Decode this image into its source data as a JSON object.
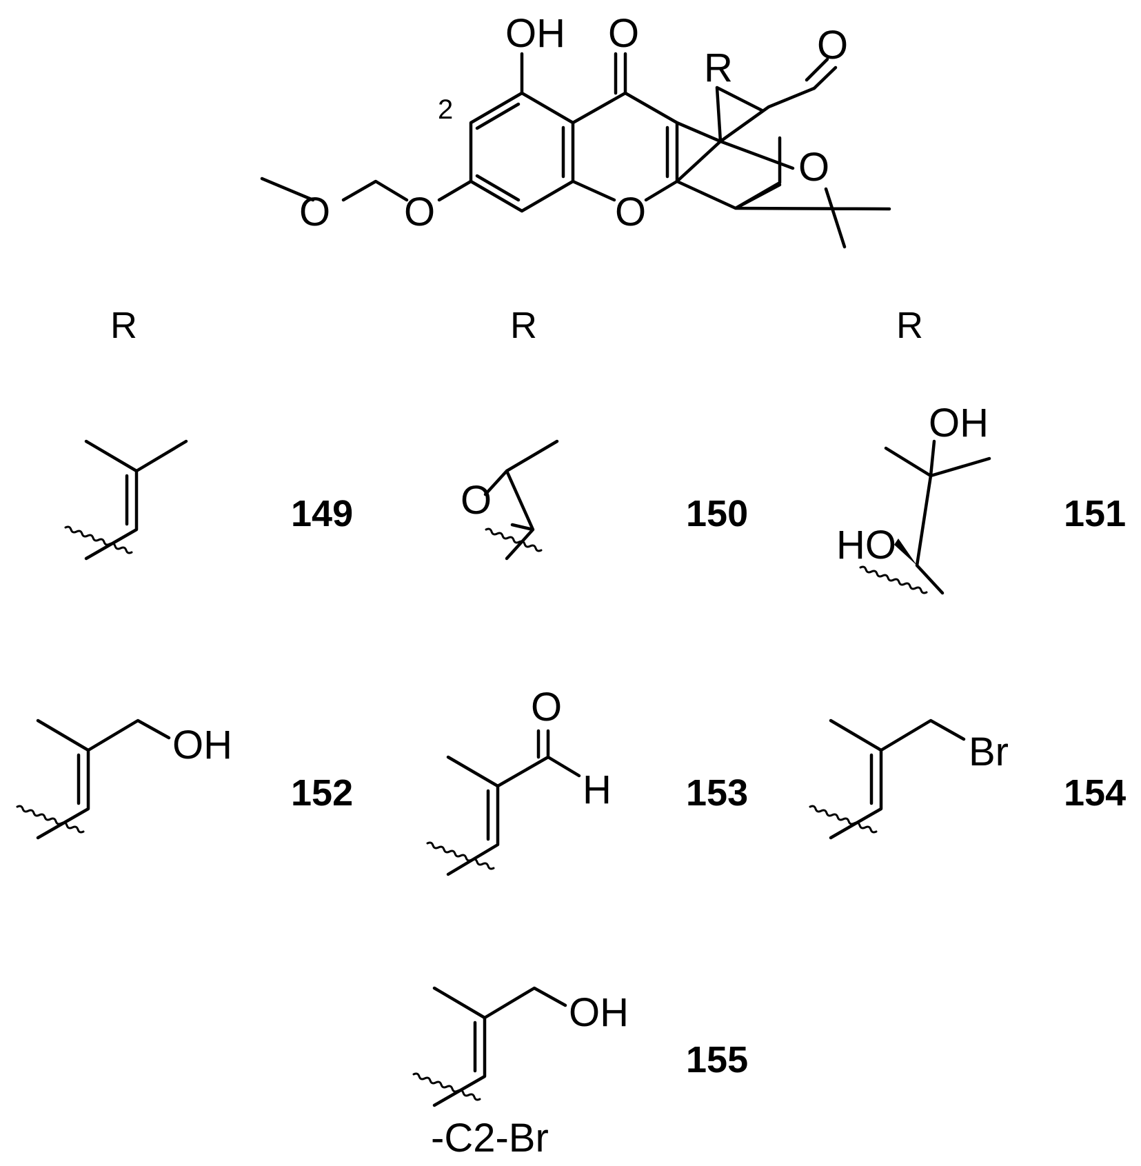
{
  "core": {
    "atoms": {
      "oh": "OH",
      "ketone_o": "O",
      "lactone_o": "O",
      "r": "R",
      "ring_o": "O",
      "bridge_o": "O",
      "mom_o1": "O",
      "mom_o2": "O"
    },
    "position_label": "2"
  },
  "r_headers": [
    "R",
    "R",
    "R"
  ],
  "substituents": [
    {
      "id": "149",
      "atoms": []
    },
    {
      "id": "150",
      "atoms": [
        "O"
      ]
    },
    {
      "id": "151",
      "atoms": [
        "OH",
        "HO"
      ]
    },
    {
      "id": "152",
      "atoms": [
        "OH"
      ]
    },
    {
      "id": "153",
      "atoms": [
        "O",
        "H"
      ]
    },
    {
      "id": "154",
      "atoms": [
        "Br"
      ]
    },
    {
      "id": "155",
      "atoms": [
        "OH"
      ],
      "note": "-C2-Br"
    }
  ],
  "colors": {
    "ink": "#000000",
    "background": "#ffffff"
  }
}
